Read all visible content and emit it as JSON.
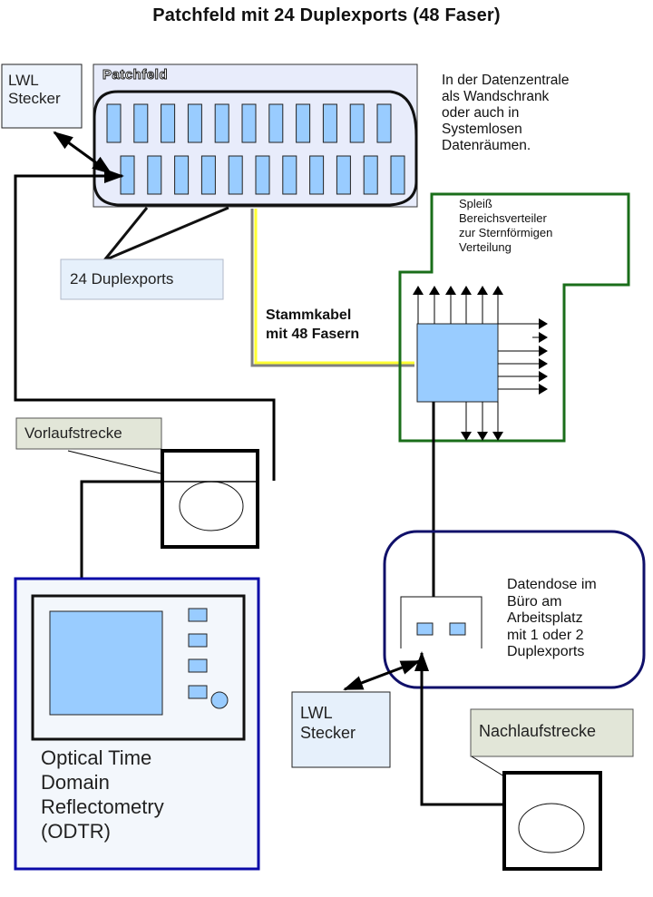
{
  "title": "Patchfeld mit 24 Duplexports (48 Faser)",
  "patchfeld": {
    "label": "Patchfeld",
    "top_row_ports": 11,
    "bottom_row_ports": 11
  },
  "labels": {
    "lwl_stecker_top": "LWL\nStecker",
    "datenzentrale_note": "In der Datenzentrale\nals Wandschrank\noder auch in\nSystemlosen\nDatenräumen.",
    "duplexports_24": "24 Duplexports",
    "spleiss": "Spleiß\nBereichsverteiler\nzur Sternförmigen\nVerteilung",
    "stammkabel": "Stammkabel\nmit 48 Fasern",
    "vorlaufstrecke": "Vorlaufstrecke",
    "otdr": "Optical Time\nDomain\nReflectometry\n(ODTR)",
    "datendose": "Datendose im\nBüro am\nArbeitsplatz\nmit 1 oder 2\nDuplexports",
    "lwl_stecker_bottom": "LWL\nStecker",
    "nachlaufstrecke": "Nachlaufstrecke"
  },
  "colors": {
    "port_fill": "#99ccff",
    "patch_bg": "#e8ecfb",
    "green_border": "#1a6e1a",
    "blue_border": "#0a0aa8",
    "navy_border": "#10106a",
    "yellow_cable": "#ffff33",
    "note_bg": "#e2e6d8",
    "light_box_bg": "#e6f0fb"
  }
}
